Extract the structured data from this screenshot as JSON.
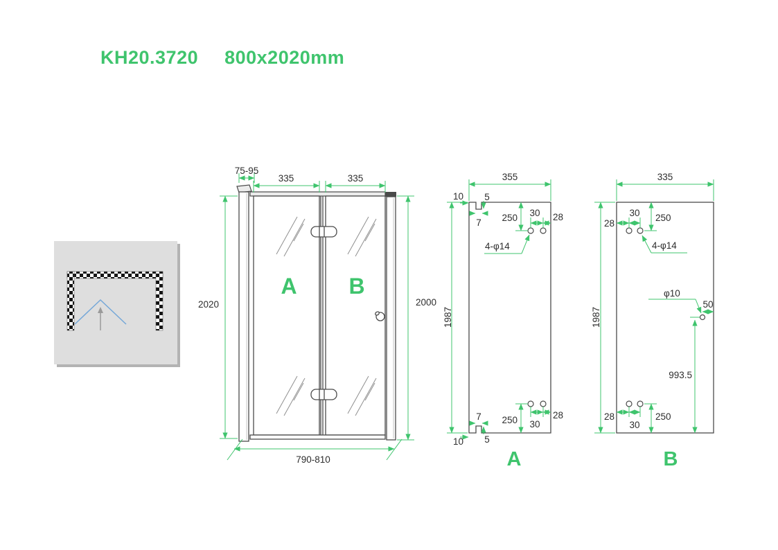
{
  "title": {
    "model": "KH20.3720",
    "size": "800x2020mm"
  },
  "front_view": {
    "label_a": "A",
    "label_b": "B",
    "dim_wall_profile": "75-95",
    "dim_panel_a_width": "335",
    "dim_panel_b_width": "335",
    "dim_height_overall": "2020",
    "dim_height_glass": "2000",
    "dim_width_adjust": "790-810"
  },
  "panel_a": {
    "label": "A",
    "dim_width": "355",
    "dim_height": "1987",
    "top": {
      "dim_edge_offset": "10",
      "dim_notch_depth": "5",
      "dim_notch_width": "7",
      "dim_holes_v": "250",
      "dim_holes_gap": "30",
      "dim_holes_edge": "28",
      "holes_note": "4-φ14"
    },
    "bottom": {
      "dim_edge_offset": "10",
      "dim_notch_depth": "5",
      "dim_notch_width": "7",
      "dim_holes_v": "250",
      "dim_holes_gap": "30",
      "dim_holes_edge": "28"
    }
  },
  "panel_b": {
    "label": "B",
    "dim_width": "335",
    "dim_height": "1987",
    "top": {
      "dim_holes_edge": "28",
      "dim_holes_gap": "30",
      "dim_holes_v": "250",
      "holes_note": "4-φ14"
    },
    "middle": {
      "hole_note": "φ10",
      "dim_hole_edge": "50",
      "dim_hole_height": "993.5"
    },
    "bottom": {
      "dim_holes_edge": "28",
      "dim_holes_gap": "30",
      "dim_holes_v": "250"
    }
  },
  "colors": {
    "accent_green": "#3fc46d",
    "line_dark": "#4a4a4a",
    "text_dark": "#2d2d2d",
    "glass_hatch": "#8f8f8f",
    "thumb_bg": "#dedede",
    "thumb_shadow": "#b3b3b3",
    "checker_dark": "#151515",
    "door_swing_blue": "#74a7d8",
    "pointer_gray": "#9a9a9a"
  }
}
